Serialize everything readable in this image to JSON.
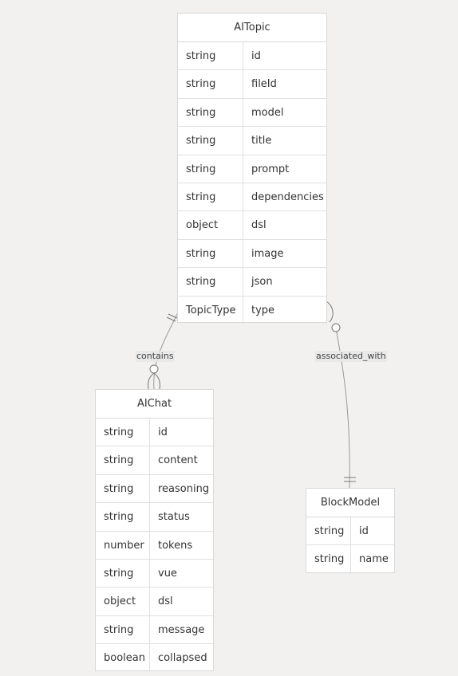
{
  "entities": {
    "aitopic": {
      "title": "AITopic",
      "attributes": [
        {
          "type": "string",
          "name": "id"
        },
        {
          "type": "string",
          "name": "fileId"
        },
        {
          "type": "string",
          "name": "model"
        },
        {
          "type": "string",
          "name": "title"
        },
        {
          "type": "string",
          "name": "prompt"
        },
        {
          "type": "string",
          "name": "dependencies"
        },
        {
          "type": "object",
          "name": "dsl"
        },
        {
          "type": "string",
          "name": "image"
        },
        {
          "type": "string",
          "name": "json"
        },
        {
          "type": "TopicType",
          "name": "type"
        }
      ]
    },
    "aichat": {
      "title": "AIChat",
      "attributes": [
        {
          "type": "string",
          "name": "id"
        },
        {
          "type": "string",
          "name": "content"
        },
        {
          "type": "string",
          "name": "reasoning"
        },
        {
          "type": "string",
          "name": "status"
        },
        {
          "type": "number",
          "name": "tokens"
        },
        {
          "type": "string",
          "name": "vue"
        },
        {
          "type": "object",
          "name": "dsl"
        },
        {
          "type": "string",
          "name": "message"
        },
        {
          "type": "boolean",
          "name": "collapsed"
        }
      ]
    },
    "blockmodel": {
      "title": "BlockModel",
      "attributes": [
        {
          "type": "string",
          "name": "id"
        },
        {
          "type": "string",
          "name": "name"
        }
      ]
    }
  },
  "relationships": {
    "contains": "contains",
    "associated_with": "associated_with"
  }
}
